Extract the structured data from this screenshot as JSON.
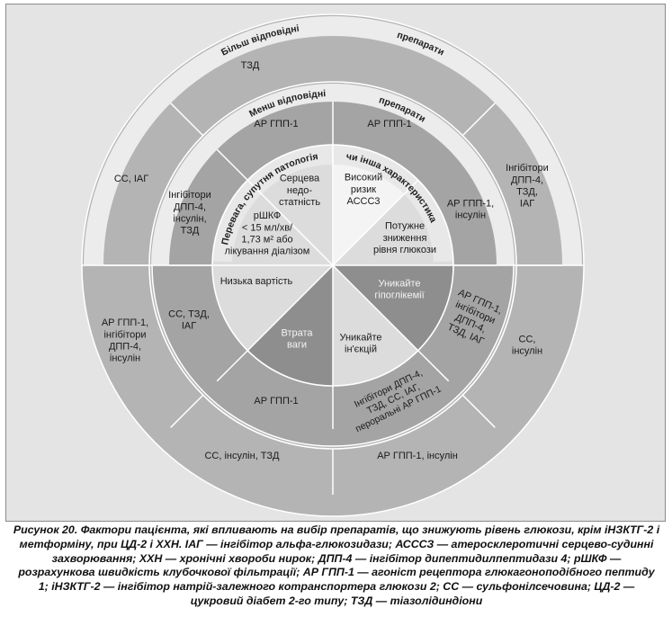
{
  "rings": {
    "more_appropriate": "Більш відповідні",
    "drugs_1": "препарати",
    "less_appropriate": "Менш відповідні",
    "drugs_2": "препарати",
    "priority_part1": "Перевага, супутня патологія",
    "priority_part2": "чи інша характеристика"
  },
  "center": {
    "heart_failure": [
      "Серцева",
      "недо-",
      "статність"
    ],
    "high_risk": [
      "Високий",
      "ризик",
      "АССС3"
    ],
    "ckd": [
      "рШКФ",
      "< 15 мл/хв/",
      "1,73 м² або",
      "лікування діалізом"
    ],
    "strong_lowering": [
      "Потужне",
      "зниження",
      "рівня глюкози"
    ],
    "low_cost": [
      "Низька вартість"
    ],
    "avoid_hypo": [
      "Уникайте",
      "гіпоглікемії"
    ],
    "weight_loss": [
      "Втрата",
      "ваги"
    ],
    "avoid_injections": [
      "Уникайте",
      "ін'єкцій"
    ]
  },
  "middle": {
    "hf": [
      "АР ГПП-1"
    ],
    "risk": [
      "АР ГПП-1"
    ],
    "ckd": [
      "Інгібітори",
      "ДПП-4,",
      "інсулін,",
      "ТЗД"
    ],
    "strong": [
      "АР ГПП-1,",
      "інсулін"
    ],
    "cost": [
      "СС, ТЗД,",
      "ІАГ"
    ],
    "hypo": [
      "АР ГПП-1,",
      "інгібітори",
      "ДПП-4,",
      "ТЗД, ІАГ"
    ],
    "weight": [
      "АР ГПП-1"
    ],
    "injections": [
      "Інгібітори ДПП-4,",
      "ТЗД, СС, ІАГ,",
      "пероральні АР ГПП-1"
    ]
  },
  "outer": {
    "hf_risk": [
      "ТЗД"
    ],
    "ckd": [
      "СС, ІАГ"
    ],
    "strong": [
      "Інгібітори",
      "ДПП-4,",
      "ТЗД,",
      "ІАГ"
    ],
    "cost": [
      "АР ГПП-1,",
      "інгібітори",
      "ДПП-4,",
      "інсулін"
    ],
    "hypo": [
      "СС,",
      "інсулін"
    ],
    "weight": [
      "СС, інсулін, ТЗД"
    ],
    "injections": [
      "АР ГПП-1, інсулін"
    ]
  },
  "caption": "Рисунок 20. Фактори пацієнта, які впливають на вибір препаратів, що знижують рівень глюкози, крім іНЗКТГ-2 і метформіну, при ЦД-2 і ХХН. ІАГ — інгібітор альфа-глюкозидази; АСССЗ — атеросклеротичні серцево-судинні захворювання; ХХН — хронічні хвороби нирок; ДПП-4 — інгібітор дипептидилпептидази 4; рШКФ — розрахункова швидкість клубочкової фільтрації; АР ГПП-1 — агоніст рецептора глюкагоноподібного пептиду 1; іНЗКТГ-2 — інгібітор натрій-залежного котранспортера глюкози 2; СС — сульфонілсечовина; ЦД-2 — цукровий діабет 2-го типу; ТЗД — тіазолідиндіони",
  "colors": {
    "outer_ring": "#b4b4b4",
    "middle_ring": "#a4a4a4",
    "center_light": "#dcdcdc",
    "center_white": "#f4f4f4",
    "center_dark": "#8e8e8e",
    "band": "#ececec",
    "background": "#e4e4e4"
  }
}
